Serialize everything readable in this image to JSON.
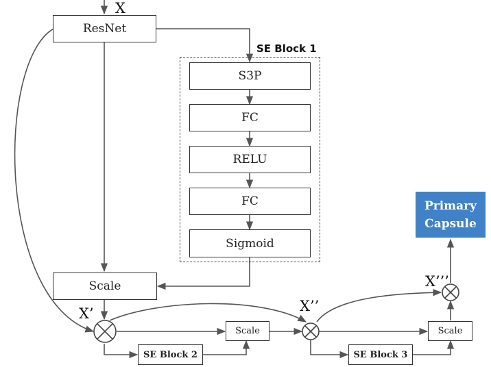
{
  "labels": {
    "x": "X",
    "x1": "X’",
    "x2": "X’’",
    "x3": "X’’’",
    "se_block_1": "SE Block 1"
  },
  "boxes": {
    "resnet": "ResNet",
    "s3p": "S3P",
    "fc1": "FC",
    "relu": "RELU",
    "fc2": "FC",
    "sigmoid": "Sigmoid",
    "scale1": "Scale",
    "scale2": "Scale",
    "se_block_2": "SE Block 2",
    "scale3": "Scale",
    "se_block_3": "SE Block 3",
    "primary_line1": "Primary",
    "primary_line2": "Capsule"
  },
  "colors": {
    "primary_capsule": "#3f82c8",
    "lines": "#555555"
  }
}
